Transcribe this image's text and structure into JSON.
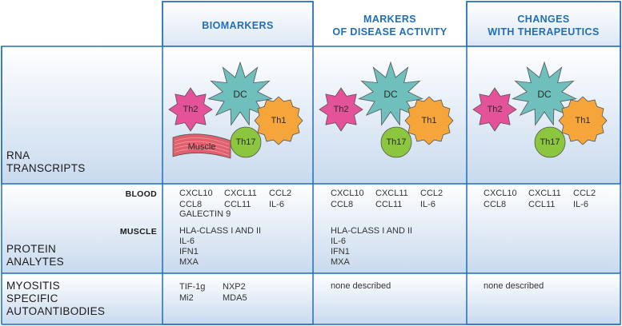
{
  "columns": {
    "biomarkers": [
      "BIOMARKERS"
    ],
    "disease_activity": [
      "MARKERS",
      "OF DISEASE ACTIVITY"
    ],
    "therapeutics": [
      "CHANGES",
      "WITH THERAPEUTICS"
    ]
  },
  "rows": {
    "rna": [
      "RNA",
      "TRANSCRIPTS"
    ],
    "protein": [
      "PROTEIN",
      "ANALYTES"
    ],
    "autoantibodies": [
      "MYOSITIS",
      "SPECIFIC",
      "AUTOANTIBODIES"
    ]
  },
  "sublabels": {
    "blood": "BLOOD",
    "muscle": "MUSCLE"
  },
  "cells": {
    "th2": "Th2",
    "dc": "DC",
    "th1": "Th1",
    "th17": "Th17",
    "muscle": "Muscle"
  },
  "blood": {
    "biomarkers": [
      "CXCL10",
      "CXCL11",
      "CCL2",
      "CCL8",
      "CCL11",
      "IL-6"
    ],
    "biomarkers_extra": "GALECTIN 9",
    "disease_activity": [
      "CXCL10",
      "CXCL11",
      "CCL2",
      "CCL8",
      "CCL11",
      "IL-6"
    ],
    "therapeutics": [
      "CXCL10",
      "CXCL11",
      "CCL2",
      "CCL8",
      "CCL11",
      "IL-6"
    ]
  },
  "muscle_proteins": {
    "biomarkers": [
      "HLA-CLASS I AND II",
      "IL-6",
      "IFN1",
      "MXA"
    ],
    "disease_activity": [
      "HLA-CLASS I AND II",
      "IL-6",
      "IFN1",
      "MXA"
    ]
  },
  "autoantibodies": {
    "biomarkers": [
      "TIF-1g",
      "NXP2",
      "Mi2",
      "MDA5"
    ],
    "disease_activity": "none described",
    "therapeutics": "none described"
  },
  "colors": {
    "accent": "#1f6fb8",
    "th2": "#e4529a",
    "dc": "#6fc0bd",
    "th1": "#f5a53a",
    "th17": "#8cc63f",
    "muscle": "#e2606e"
  }
}
